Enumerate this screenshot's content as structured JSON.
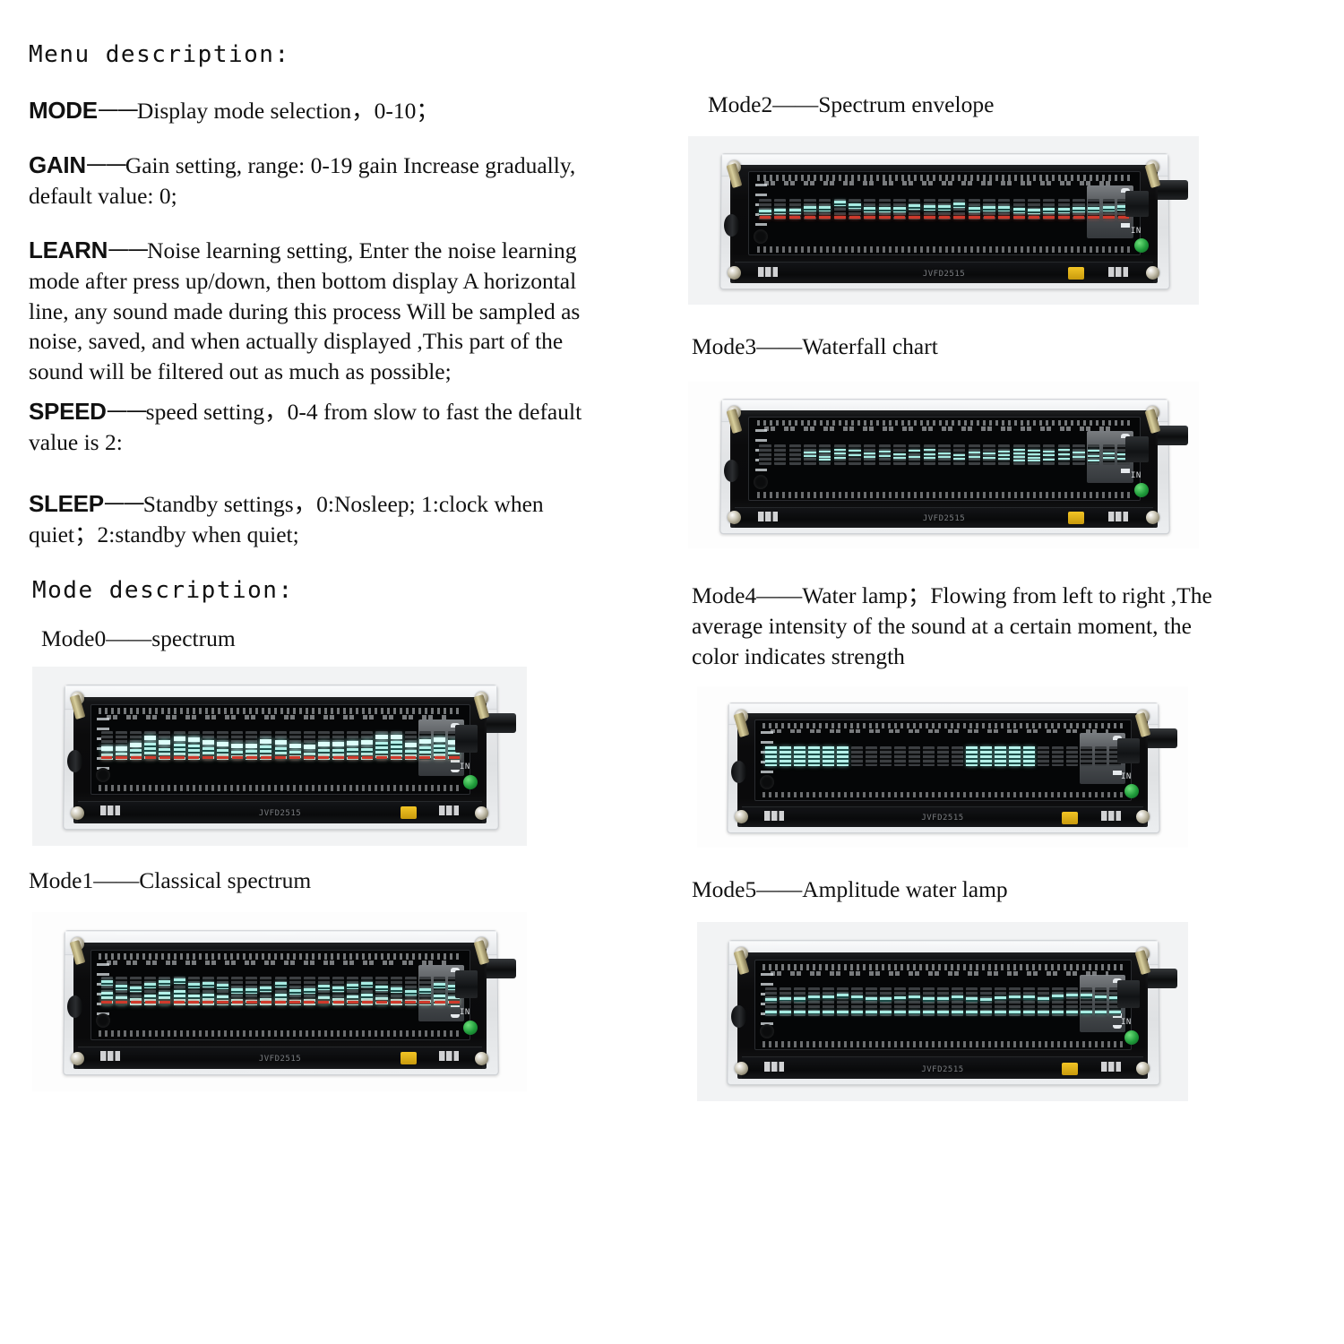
{
  "menu": {
    "heading": "Menu description:",
    "entries": [
      {
        "key": "MODE",
        "dash": "——",
        "text": "Display mode selection，0-10；"
      },
      {
        "key": "GAIN",
        "dash": "——",
        "text": "Gain setting, range: 0-19 gain Increase gradually, default value: 0;"
      },
      {
        "key": "LEARN",
        "dash": "——",
        "text": "Noise learning setting, Enter the noise learning mode after press up/down, then bottom display A horizontal line, any sound made during this process  Will be sampled as noise, saved, and when actually displayed ,This part of the sound will be filtered out as much as possible;"
      },
      {
        "key": "SPEED",
        "dash": "——",
        "text": "speed setting，0-4  from slow to fast  the default value is 2:"
      },
      {
        "key": "SLEEP",
        "dash": "——",
        "text": "Standby settings，0:Nosleep; 1:clock when quiet；2:standby when quiet;"
      }
    ]
  },
  "mode_section": {
    "heading": "Mode description:"
  },
  "modes": [
    {
      "id": "mode0",
      "label": "Mode0",
      "dash": "——",
      "title": "spectrum",
      "caption": "Mode0——spectrum",
      "pcb_text": "JVFD2515",
      "in_label": "IN"
    },
    {
      "id": "mode1",
      "label": "Mode1",
      "dash": "——",
      "title": "Classical spectrum",
      "caption": "Mode1——Classical spectrum",
      "pcb_text": "JVFD2515",
      "in_label": "IN"
    },
    {
      "id": "mode2",
      "label": "Mode2",
      "dash": "——",
      "title": "Spectrum envelope",
      "caption": "Mode2——Spectrum envelope",
      "pcb_text": "JVFD2515",
      "in_label": "IN"
    },
    {
      "id": "mode3",
      "label": "Mode3",
      "dash": "——",
      "title": "Waterfall chart",
      "caption": "Mode3——Waterfall chart",
      "pcb_text": "JVFD2515",
      "in_label": "IN"
    },
    {
      "id": "mode4",
      "label": "Mode4",
      "dash": "——",
      "title": "Water lamp；Flowing from left to right ,The average intensity of the sound at a certain moment, the color indicates strength",
      "caption": "Mode4——Water lamp；Flowing from left to right ,The average intensity of the sound at a certain moment, the color indicates strength",
      "pcb_text": "JVFD2515",
      "in_label": "IN"
    },
    {
      "id": "mode5",
      "label": "Mode5",
      "dash": "——",
      "title": "Amplitude water lamp",
      "caption": "Mode5——Amplitude water lamp",
      "pcb_text": "JVFD2515",
      "in_label": "IN"
    }
  ],
  "colors": {
    "lit_segment": "#b6f2ea",
    "unlit_segment": "#3c3f42",
    "peak_highlight": "#ddfffa",
    "baseline_red": "#cf3a2c",
    "housing": "#e9eaec",
    "pcb_black": "#0a0a0b",
    "jumper_yellow": "#f2c425",
    "connector_green": "#1f9b3a"
  },
  "display_data": {
    "bar_count": 25,
    "mode0_levels": [
      22,
      24,
      36,
      60,
      42,
      58,
      55,
      44,
      38,
      32,
      34,
      50,
      45,
      30,
      26,
      36,
      38,
      40,
      42,
      64,
      66,
      34,
      48,
      52,
      44
    ],
    "mode0_peaks": [
      30,
      32,
      44,
      70,
      52,
      66,
      63,
      54,
      46,
      40,
      42,
      58,
      55,
      40,
      36,
      46,
      48,
      50,
      52,
      72,
      74,
      44,
      58,
      62,
      54
    ],
    "mode1_levels": [
      70,
      52,
      48,
      58,
      68,
      76,
      60,
      62,
      56,
      42,
      40,
      48,
      64,
      36,
      42,
      52,
      46,
      56,
      62,
      50,
      44,
      34,
      40,
      58,
      54
    ],
    "mode2_envelope": [
      22,
      24,
      24,
      38,
      38,
      68,
      52,
      36,
      36,
      36,
      46,
      42,
      42,
      58,
      36,
      40,
      40,
      30,
      26,
      30,
      32,
      34,
      34,
      40,
      42
    ],
    "mode3_waterfall": [
      [],
      [],
      [],
      [
        58,
        40
      ],
      [
        62,
        34,
        20
      ],
      [
        70,
        50,
        30
      ],
      [
        64,
        44
      ],
      [
        54,
        34
      ],
      [
        60,
        40
      ],
      [
        46,
        30
      ],
      [
        64,
        36
      ],
      [
        70,
        48,
        28
      ],
      [
        54,
        32
      ],
      [
        44,
        24
      ],
      [
        58,
        34
      ],
      [
        50,
        30
      ],
      [
        62,
        44,
        24
      ],
      [
        72,
        52,
        34,
        18
      ],
      [
        66,
        48,
        30,
        14
      ],
      [
        60,
        42,
        22
      ],
      [
        68,
        46,
        26
      ],
      [
        56,
        36
      ],
      [
        64,
        40,
        18
      ],
      [
        52,
        30
      ],
      [
        46,
        26
      ]
    ],
    "mode4_groups": [
      {
        "start": 0,
        "end": 5,
        "height": 100
      },
      {
        "start": 14,
        "end": 18,
        "height": 100
      }
    ],
    "mode5_levels": [
      48,
      52,
      50,
      56,
      58,
      62,
      56,
      52,
      50,
      54,
      58,
      50,
      52,
      56,
      50,
      48,
      54,
      58,
      56,
      52,
      60,
      64,
      62,
      58,
      54
    ]
  }
}
